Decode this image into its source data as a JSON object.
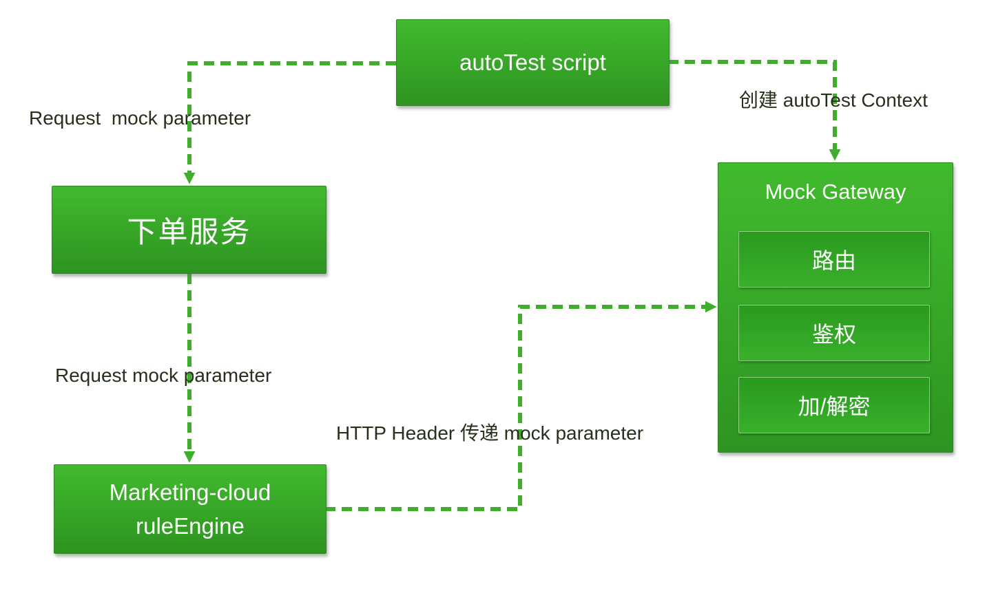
{
  "colors": {
    "box_gradient_top": "#41ba2e",
    "box_gradient_bottom": "#2e9421",
    "module_gradient_top": "#2a9a1e",
    "module_gradient_bottom": "#39b02b",
    "arrow": "#3fae2d",
    "label_text": "#26301c"
  },
  "nodes": {
    "autotest_script": {
      "label": "autoTest script"
    },
    "order_service": {
      "label": "下单服务"
    },
    "rule_engine": {
      "line1": "Marketing-cloud",
      "line2": "ruleEngine"
    },
    "mock_gateway": {
      "title": "Mock Gateway",
      "modules": [
        {
          "label": "路由"
        },
        {
          "label": "鉴权"
        },
        {
          "label": "加/解密"
        }
      ]
    }
  },
  "edges": {
    "autotest_to_order": {
      "label": "Request  mock parameter"
    },
    "autotest_to_gateway": {
      "label": "创建 autoTest Context"
    },
    "order_to_ruleengine": {
      "label": "Request mock parameter"
    },
    "ruleengine_to_gateway": {
      "label": "HTTP Header 传递 mock parameter"
    }
  }
}
